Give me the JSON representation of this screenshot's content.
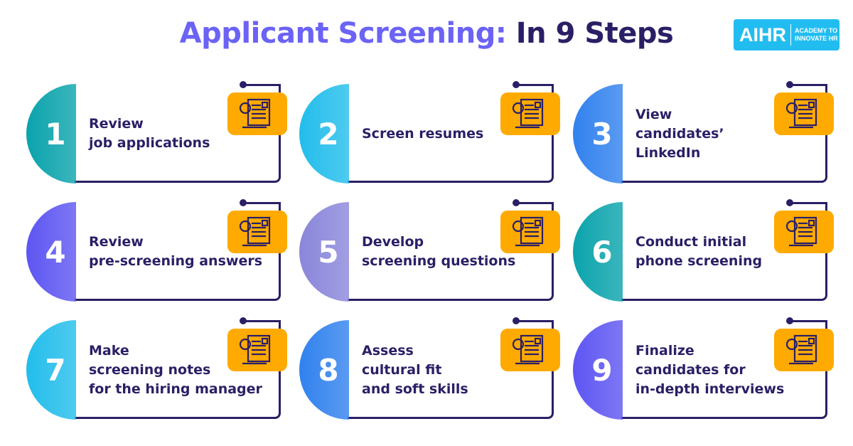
{
  "title": {
    "part1": "Applicant Screening:",
    "part2": "In 9 Steps"
  },
  "logo": {
    "main": "AIHR",
    "line1": "ACADEMY TO",
    "line2": "INNOVATE HR"
  },
  "steps": [
    {
      "number": "1",
      "lines": [
        "Review",
        "job applications"
      ],
      "color": "#0aa3ac",
      "icon": "resume-gear-icon"
    },
    {
      "number": "2",
      "lines": [
        "Screen resumes"
      ],
      "color": "#22bdeb",
      "icon": "resume-icon"
    },
    {
      "number": "3",
      "lines": [
        "View",
        "candidates’",
        "LinkedIn"
      ],
      "color": "#3181ee",
      "icon": "profile-computer-icon"
    },
    {
      "number": "4",
      "lines": [
        "Review",
        "pre-screening answers"
      ],
      "color": "#5d55f2",
      "icon": "document-pen-icon"
    },
    {
      "number": "5",
      "lines": [
        "Develop",
        "screening questions"
      ],
      "color": "#8a86da",
      "icon": "idea-bulb-icon"
    },
    {
      "number": "6",
      "lines": [
        "Conduct initial",
        "phone screening"
      ],
      "color": "#0aa3ac",
      "icon": "phone-call-icon"
    },
    {
      "number": "7",
      "lines": [
        "Make",
        "screening notes",
        "for the hiring manager"
      ],
      "color": "#22bdeb",
      "icon": "checklist-gear-icon"
    },
    {
      "number": "8",
      "lines": [
        "Assess",
        "cultural fit",
        "and soft skills"
      ],
      "color": "#3181ee",
      "icon": "rating-person-icon"
    },
    {
      "number": "9",
      "lines": [
        "Finalize",
        "candidates for",
        "in-depth interviews"
      ],
      "color": "#5d55f2",
      "icon": "team-icon"
    }
  ]
}
